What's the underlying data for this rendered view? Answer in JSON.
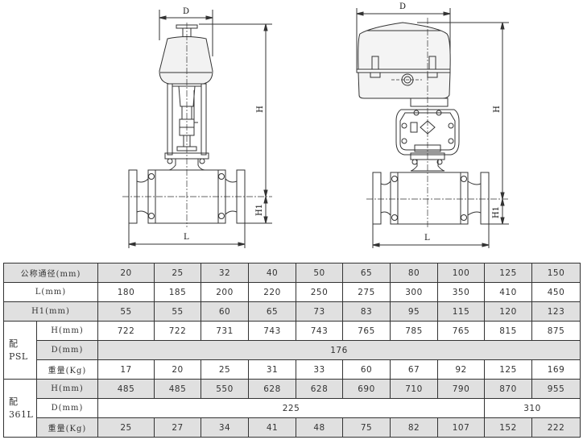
{
  "drawings": {
    "left": {
      "name": "valve-with-PSL-actuator",
      "dim_labels": {
        "D": "D",
        "H": "H",
        "H1": "H1",
        "L": "L"
      }
    },
    "right": {
      "name": "valve-with-361L-actuator",
      "dim_labels": {
        "D": "D",
        "H": "H",
        "H1": "H1",
        "L": "L"
      }
    }
  },
  "table": {
    "nominal_diameter_label": "公称通径(mm)",
    "L_label": "L(mm)",
    "H1_label": "H1(mm)",
    "nominal_diameters": [
      "20",
      "25",
      "32",
      "40",
      "50",
      "65",
      "80",
      "100",
      "125",
      "150"
    ],
    "L": [
      "180",
      "185",
      "200",
      "220",
      "250",
      "275",
      "300",
      "350",
      "410",
      "450"
    ],
    "H1": [
      "55",
      "55",
      "60",
      "65",
      "73",
      "83",
      "95",
      "115",
      "120",
      "123"
    ],
    "groups": [
      {
        "label_line1": "配",
        "label_line2": "PSL",
        "H_label": "H(mm)",
        "D_label": "D(mm)",
        "weight_label": "重量(Kg)",
        "H": [
          "722",
          "722",
          "731",
          "743",
          "743",
          "765",
          "785",
          "765",
          "815",
          "875"
        ],
        "D_all": "176",
        "weight": [
          "17",
          "20",
          "25",
          "31",
          "33",
          "60",
          "67",
          "92",
          "125",
          "169"
        ]
      },
      {
        "label_line1": "配",
        "label_line2": "361L",
        "H_label": "H(mm)",
        "D_label": "D(mm)",
        "weight_label": "重量(Kg)",
        "H": [
          "485",
          "485",
          "550",
          "628",
          "628",
          "690",
          "710",
          "790",
          "870",
          "955"
        ],
        "D_small": "225",
        "D_large": "310",
        "weight": [
          "25",
          "27",
          "34",
          "41",
          "48",
          "75",
          "82",
          "107",
          "152",
          "222"
        ]
      }
    ]
  }
}
